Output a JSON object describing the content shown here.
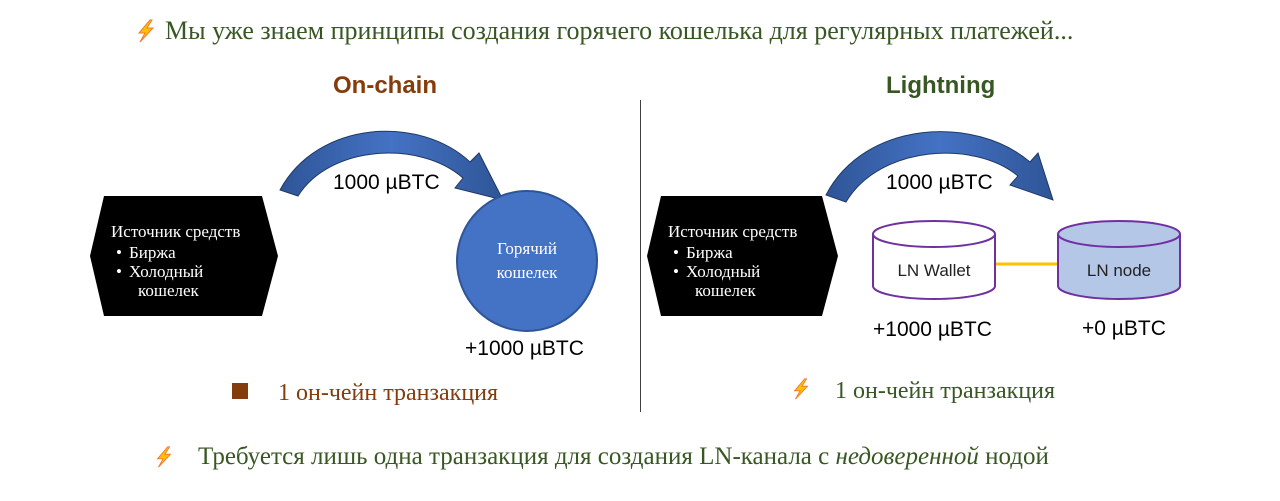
{
  "slide": {
    "title": "Мы уже знаем принципы создания горячего кошелька для регулярных платежей...",
    "onchain": {
      "heading": "On-chain",
      "source": {
        "title": "Источник средств",
        "items": [
          "Биржа",
          "Холодный",
          "кошелек"
        ]
      },
      "transfer_amount": "1000 µBTC",
      "hot_wallet": {
        "line1": "Горячий",
        "line2": "кошелек"
      },
      "wallet_balance": "+1000 µBTC",
      "tx_note": "1 он-чейн транзакция"
    },
    "lightning": {
      "heading": "Lightning",
      "source": {
        "title": "Источник средств",
        "items": [
          "Биржа",
          "Холодный",
          "кошелек"
        ]
      },
      "transfer_amount": "1000 µBTC",
      "ln_wallet": "LN Wallet",
      "ln_node": "LN node",
      "wallet_balance": "+1000 µBTC",
      "node_balance": "+0 µBTC",
      "tx_note": "1 он-чейн транзакция"
    },
    "bottom_note": {
      "part1": "Требуется лишь одна транзакция для создания LN-канала с ",
      "part2": "недоверенной",
      "part3": " нодой"
    }
  },
  "colors": {
    "title_green": "#385723",
    "onchain_brown": "#843c0c",
    "arrow_blue": "#2f5597",
    "hot_wallet_blue": "#4472c4",
    "cylinder_purple": "#7030a0",
    "ln_node_fill": "#b4c7e7",
    "link_yellow": "#ffc000",
    "bolt_yellow": "#ffc000",
    "bolt_orange": "#ed7d31"
  },
  "icons": [
    "lightning-bolt-icon",
    "brown-square-icon",
    "curved-arrow-icon"
  ]
}
